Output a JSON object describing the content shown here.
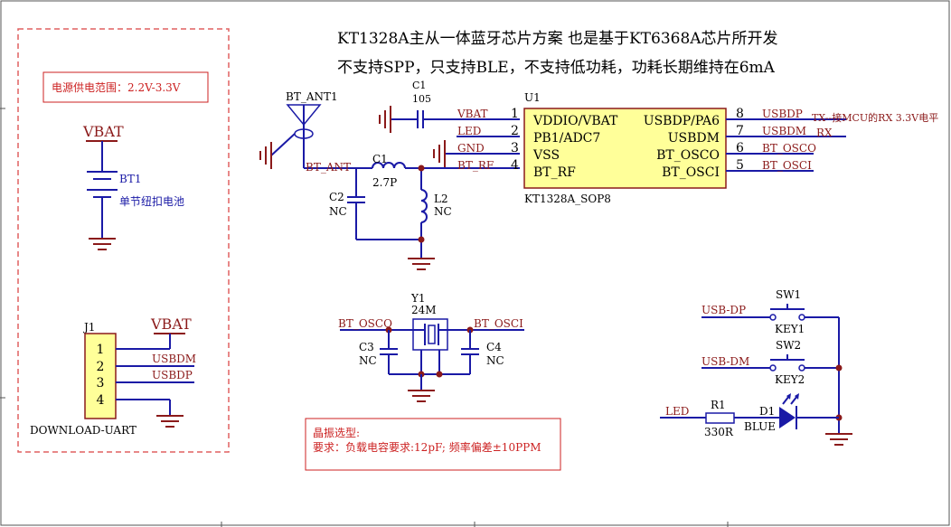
{
  "header": {
    "line1": "KT1328A主从一体蓝牙芯片方案 也是基于KT6368A芯片所开发",
    "line2": "不支持SPP，只支持BLE，不支持低功耗，功耗长期维持在6mA"
  },
  "power_box": {
    "range_note": "电源供电范围：2.2V-3.3V",
    "vbat": "VBAT",
    "battery_ref": "BT1",
    "battery_desc": "单节纽扣电池",
    "connector_vbat": "VBAT",
    "connector_ref": "J1",
    "connector_name": "DOWNLOAD-UART",
    "pins": [
      "1",
      "2",
      "3",
      "4"
    ],
    "pin_nets": [
      "USBDM",
      "USBDP"
    ]
  },
  "antenna": {
    "ref": "BT_ANT1",
    "net": "BT_ANT",
    "c1_ref": "C1",
    "c1_val": "2.7P",
    "c2_ref": "C2",
    "c2_val": "NC",
    "l2_ref": "L2",
    "l2_val": "NC"
  },
  "decoupling": {
    "ref": "C1",
    "value": "105"
  },
  "chip": {
    "ref": "U1",
    "part": "KT1328A_SOP8",
    "left_pins": [
      {
        "num": "1",
        "name": "VDDIO/VBAT",
        "net": "VBAT"
      },
      {
        "num": "2",
        "name": "PB1/ADC7",
        "net": "LED"
      },
      {
        "num": "3",
        "name": "VSS",
        "net": "GND"
      },
      {
        "num": "4",
        "name": "BT_RF",
        "net": "BT_RF"
      }
    ],
    "right_pins": [
      {
        "num": "8",
        "name": "USBDP/PA6",
        "net": "USBDP"
      },
      {
        "num": "7",
        "name": "USBDM",
        "net": "USBDM"
      },
      {
        "num": "6",
        "name": "BT_OSCO",
        "net": "BT_OSCO"
      },
      {
        "num": "5",
        "name": "BT_OSCI",
        "net": "BT_OSCI"
      }
    ],
    "tx_note": "TX--接MCU的RX 3.3V电平",
    "rx_note": "RX"
  },
  "crystal": {
    "ref": "Y1",
    "value": "24M",
    "net_left": "BT_OSCO",
    "net_right": "BT_OSCI",
    "c3_ref": "C3",
    "c3_val": "NC",
    "c4_ref": "C4",
    "c4_val": "NC"
  },
  "crystal_note": {
    "title": "晶振选型:",
    "body": "要求：负载电容要求:12pF; 频率偏差±10PPM"
  },
  "keys": {
    "sw1_ref": "SW1",
    "sw1_net": "USB-DP",
    "sw1_name": "KEY1",
    "sw2_ref": "SW2",
    "sw2_net": "USB-DM",
    "sw2_name": "KEY2"
  },
  "led": {
    "net": "LED",
    "r_ref": "R1",
    "r_val": "330R",
    "d_ref": "D1",
    "d_val": "BLUE"
  },
  "colors": {
    "wire": "#1a1aa6",
    "net_label": "#8b1a1a",
    "note_border": "#cc2222",
    "chip_fill": "#ffff99"
  }
}
